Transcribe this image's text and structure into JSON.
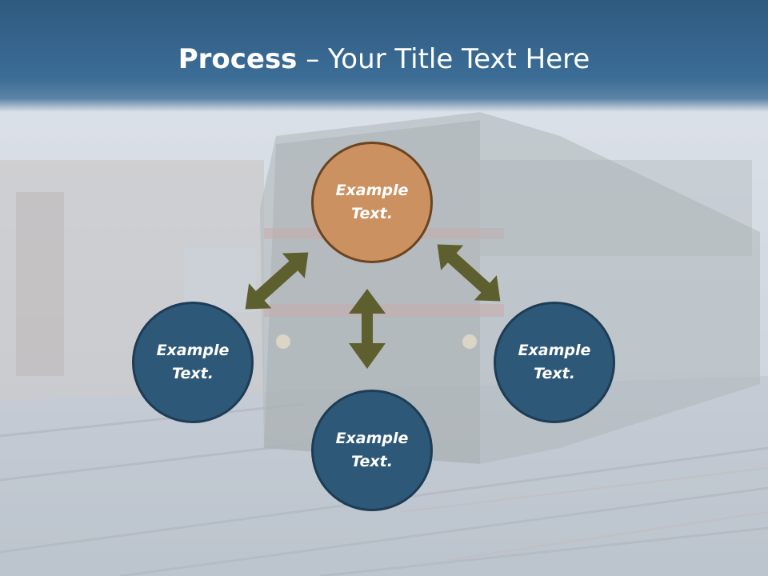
{
  "slide": {
    "title_bold": "Process",
    "title_rest": " – Your Title Text Here",
    "background_description_colors": {
      "title_bar": "#2f5a80",
      "overlay": "#d6dde6"
    }
  },
  "diagram": {
    "nodes": [
      {
        "id": "top",
        "line1": "Example",
        "line2": "Text.",
        "color": "#cc9160"
      },
      {
        "id": "left",
        "line1": "Example",
        "line2": "Text.",
        "color": "#2e5878"
      },
      {
        "id": "right",
        "line1": "Example",
        "line2": "Text.",
        "color": "#2e5878"
      },
      {
        "id": "bottom",
        "line1": "Example",
        "line2": "Text.",
        "color": "#2e5878"
      }
    ],
    "arrow_color": "#5e5f2e"
  }
}
